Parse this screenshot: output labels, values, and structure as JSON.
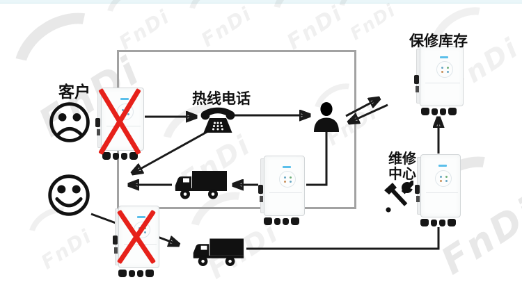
{
  "watermark_text": "FnDi",
  "nodes": {
    "customer": {
      "label": "客户",
      "icon": "sad-face",
      "meaning": "unhappy customer with faulty unit"
    },
    "faulty_inverter_1": {
      "icon": "inverter",
      "status": "crossed-out-red-x"
    },
    "hotline": {
      "label": "热线电话",
      "icon": "telephone"
    },
    "operator": {
      "icon": "person-silhouette"
    },
    "warranty_stock": {
      "label": "保修库存",
      "icon": "inverter"
    },
    "replacement_inverter": {
      "icon": "inverter"
    },
    "delivery_truck": {
      "icon": "truck"
    },
    "happy_customer": {
      "icon": "happy-face"
    },
    "faulty_inverter_2": {
      "icon": "inverter",
      "status": "crossed-out-red-x"
    },
    "return_truck": {
      "icon": "truck"
    },
    "repair_center": {
      "label_line1": "维修",
      "label_line2": "中心",
      "icon": "crossed-tools"
    },
    "repair_center_inverter": {
      "icon": "inverter"
    }
  },
  "edges": [
    {
      "from": "faulty_inverter_1",
      "to": "hotline",
      "arrow": true
    },
    {
      "from": "hotline",
      "to": "operator",
      "arrow": true
    },
    {
      "from": "hotline",
      "to": "customer",
      "arrow": true
    },
    {
      "from": "operator",
      "to": "warranty_stock",
      "arrow": true
    },
    {
      "from": "warranty_stock",
      "to": "operator",
      "arrow": true
    },
    {
      "from": "operator",
      "to": "replacement_inverter",
      "arrow": false
    },
    {
      "from": "replacement_inverter",
      "to": "delivery_truck",
      "arrow": true
    },
    {
      "from": "delivery_truck",
      "to": "customer",
      "arrow": true
    },
    {
      "from": "happy_customer",
      "to": "faulty_inverter_2",
      "arrow": false
    },
    {
      "from": "faulty_inverter_2",
      "to": "return_truck",
      "arrow": true
    },
    {
      "from": "return_truck",
      "to": "repair_center_inverter",
      "arrow": false
    },
    {
      "from": "repair_center_inverter",
      "to": "warranty_stock",
      "arrow": true
    }
  ],
  "colors": {
    "cross": "#e6211a",
    "line": "#1a1a1a",
    "box_border": "#a2a2a2",
    "inverter_logo": "#49b8e8",
    "top_band": "#eaf6f9",
    "top_band_line": "#cfe9ee"
  }
}
